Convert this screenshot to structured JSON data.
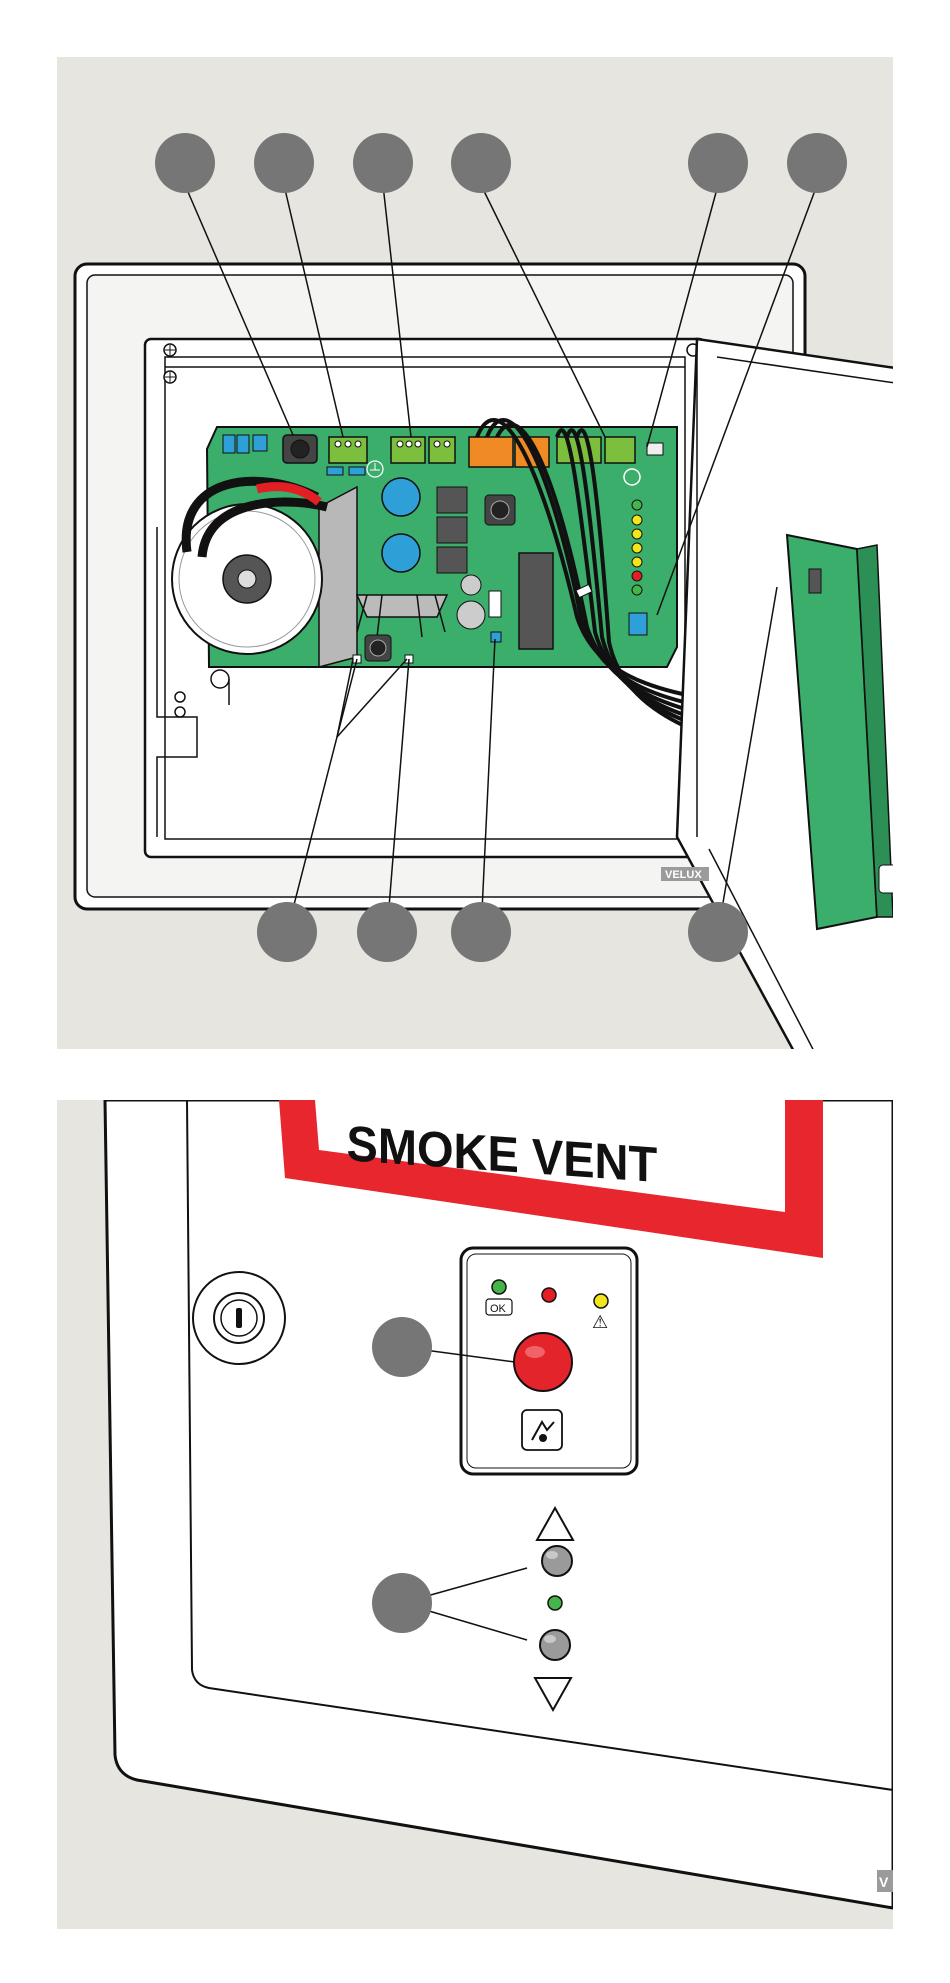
{
  "colors": {
    "background": "#e6e5df",
    "pcb": "#3aae6a",
    "pcb_dark": "#2c8f55",
    "terminal_green": "#7bbf3c",
    "terminal_orange": "#f08a24",
    "capacitor_blue": "#2f9fd8",
    "callout_gray": "#767676",
    "sign_red": "#e8262d",
    "button_red": "#e3242b",
    "led_green": "#46b549",
    "led_yellow": "#f2e51c",
    "led_red": "#e31e24"
  },
  "top_diagram": {
    "callout_count": 10,
    "brand_mark": "VELUX"
  },
  "bottom_diagram": {
    "sign_text": "SMOKE VENT",
    "ok_label": "OK",
    "warning_symbol": "⚠",
    "arrow_up": "▲",
    "arrow_down": "▼",
    "brand_mark": "V",
    "callout_count": 2
  }
}
